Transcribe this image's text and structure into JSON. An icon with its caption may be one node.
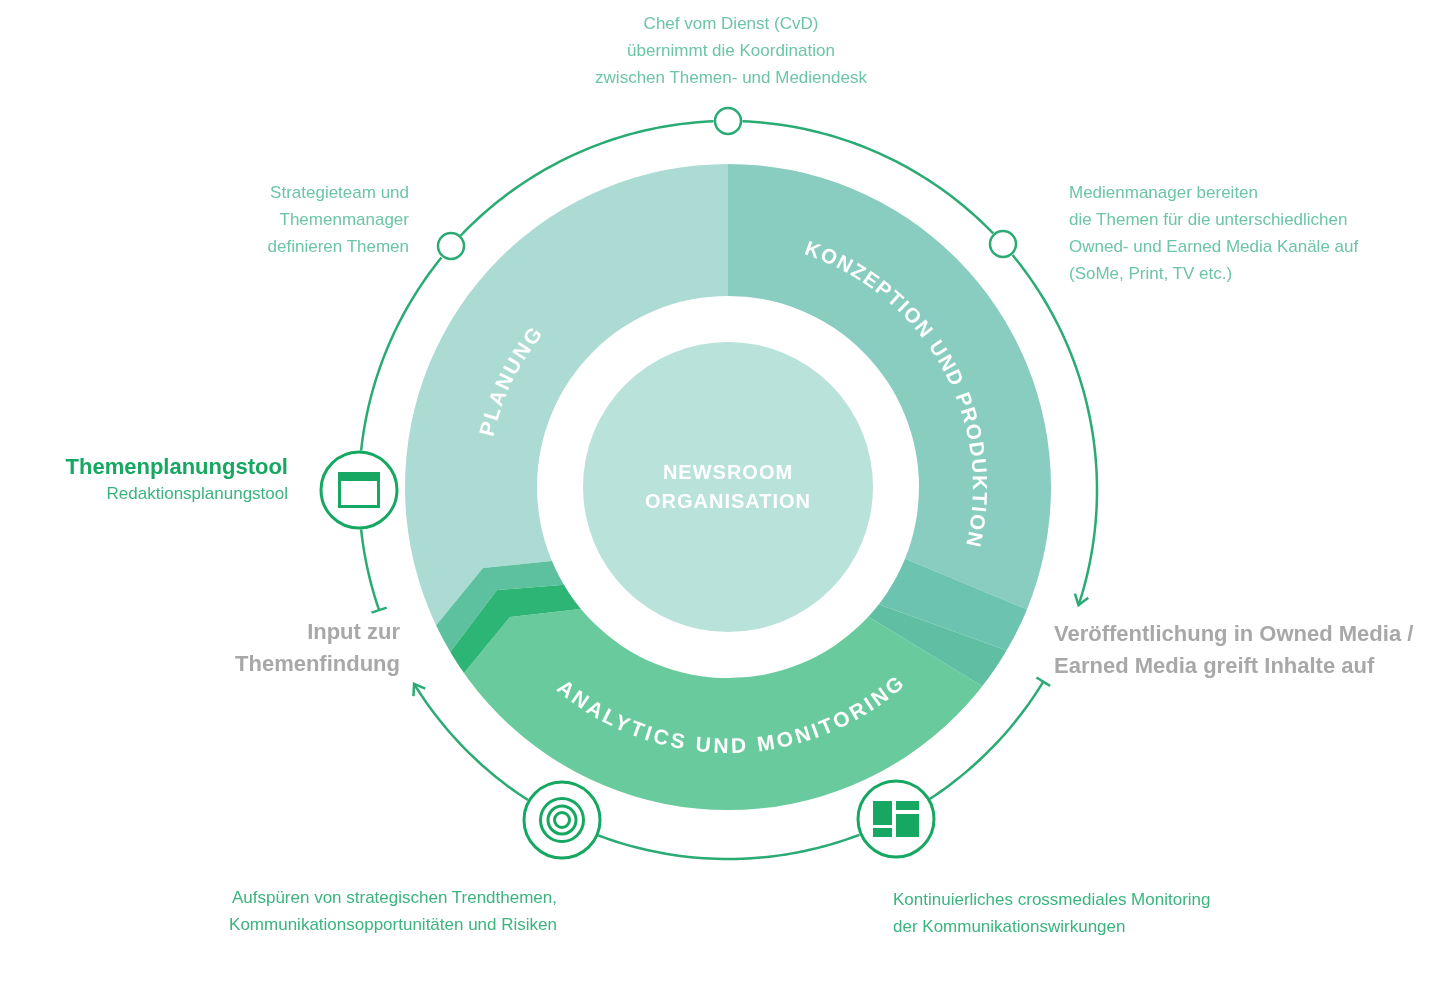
{
  "diagram": {
    "nodes": [
      {
        "text": [],
        "shape": "circle",
        "beside": [
          "Chef vom Dienst (CvD) übernimmt die Koordination zwischen Themen- und Mediendesk"
        ]
      },
      {
        "text": [],
        "shape": "circle",
        "beside": [
          "Strategieteam und Themenmanager definieren Themen"
        ]
      },
      {
        "text": [],
        "shape": "circle",
        "beside": [
          "Medienmanager bereiten die Themen für die unterschiedlichen Owned- und Earned Media Kanäle auf (SoMe, Print, TV etc.)"
        ]
      },
      {
        "text": [
          "PLANUNG"
        ]
      },
      {
        "text": [
          "KONZEPTION UND PRODUKTION"
        ]
      },
      {
        "text": [
          "NEWSROOM ORGANISATION"
        ]
      },
      {
        "text": [],
        "shape": "circle",
        "beside": [
          "Themenplanungstool",
          "Redaktionsplanungstool"
        ]
      },
      {
        "text": [
          "Input zur Themenfindung"
        ]
      },
      {
        "text": [
          "Veröffentlichung in Owned Media / Earned Media greift Inhalte auf"
        ]
      },
      {
        "text": [
          "ANALYTICS UND MONITORING"
        ]
      },
      {
        "text": [],
        "shape": "circle",
        "beside": [
          "Aufspüren von strategischen Trendthemen, Kommunikationsopportunitäten und Risiken"
        ]
      },
      {
        "text": [],
        "shape": "circle",
        "beside": [
          "Kontinuierliches crossmediales Monitoring der Kommunikationswirkungen"
        ]
      }
    ],
    "edges": [
      {
        "from": 1,
        "to": 0,
        "arrow": "none"
      },
      {
        "from": 0,
        "to": 2,
        "arrow": "none"
      },
      {
        "from": 2,
        "to": 8,
        "arrow": "to"
      },
      {
        "from": 8,
        "to": 11,
        "arrow": "other"
      },
      {
        "from": 11,
        "to": 10,
        "arrow": "none"
      },
      {
        "from": 10,
        "to": 7,
        "arrow": "to"
      },
      {
        "from": 7,
        "to": 6,
        "arrow": "other"
      },
      {
        "from": 6,
        "to": 1,
        "arrow": "none"
      }
    ]
  }
}
